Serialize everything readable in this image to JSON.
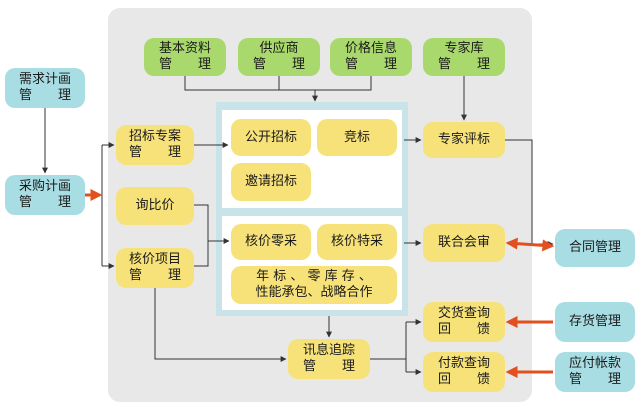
{
  "nodes": {
    "xuqiu": "需求计画\n管　　理",
    "caigou": "采购计画\n管　　理",
    "zhaobiao": "招标专案\n管　　理",
    "xunbi": "询比价",
    "hejiaxm": "核价项目\n管　　理",
    "jiben": "基本资料\n管　　理",
    "gongying": "供应商\n管　　理",
    "jiage": "价格信息\n管　　理",
    "zhuanjiaku": "专家库\n管　　理",
    "gongkai": "公开招标",
    "jingbiao": "竞标",
    "yaoqing": "邀请招标",
    "hejialc": "核价零采",
    "hejiate": "核价特采",
    "nianbiao": "年 标 、 零 库 存 、\n性能承包、战略合作",
    "zhuanjiapb": "专家评标",
    "lianhe": "联合会审",
    "hetong": "合同管理",
    "xunxi": "讯息追踪\n管　　理",
    "jiaohuo": "交货查询\n回　　馈",
    "fukuan": "付款查询\n回　　馈",
    "cunhuo": "存货管理",
    "yingfu": "应付帐款\n管　　理"
  },
  "colors": {
    "green": "#a9d96d",
    "yellow": "#f7e27a",
    "teal": "#a9dde4",
    "panel": "#e8e8e8",
    "inner_frame": "#c9e4e8",
    "arrow_dark": "#333333",
    "arrow_red": "#e2501f"
  }
}
